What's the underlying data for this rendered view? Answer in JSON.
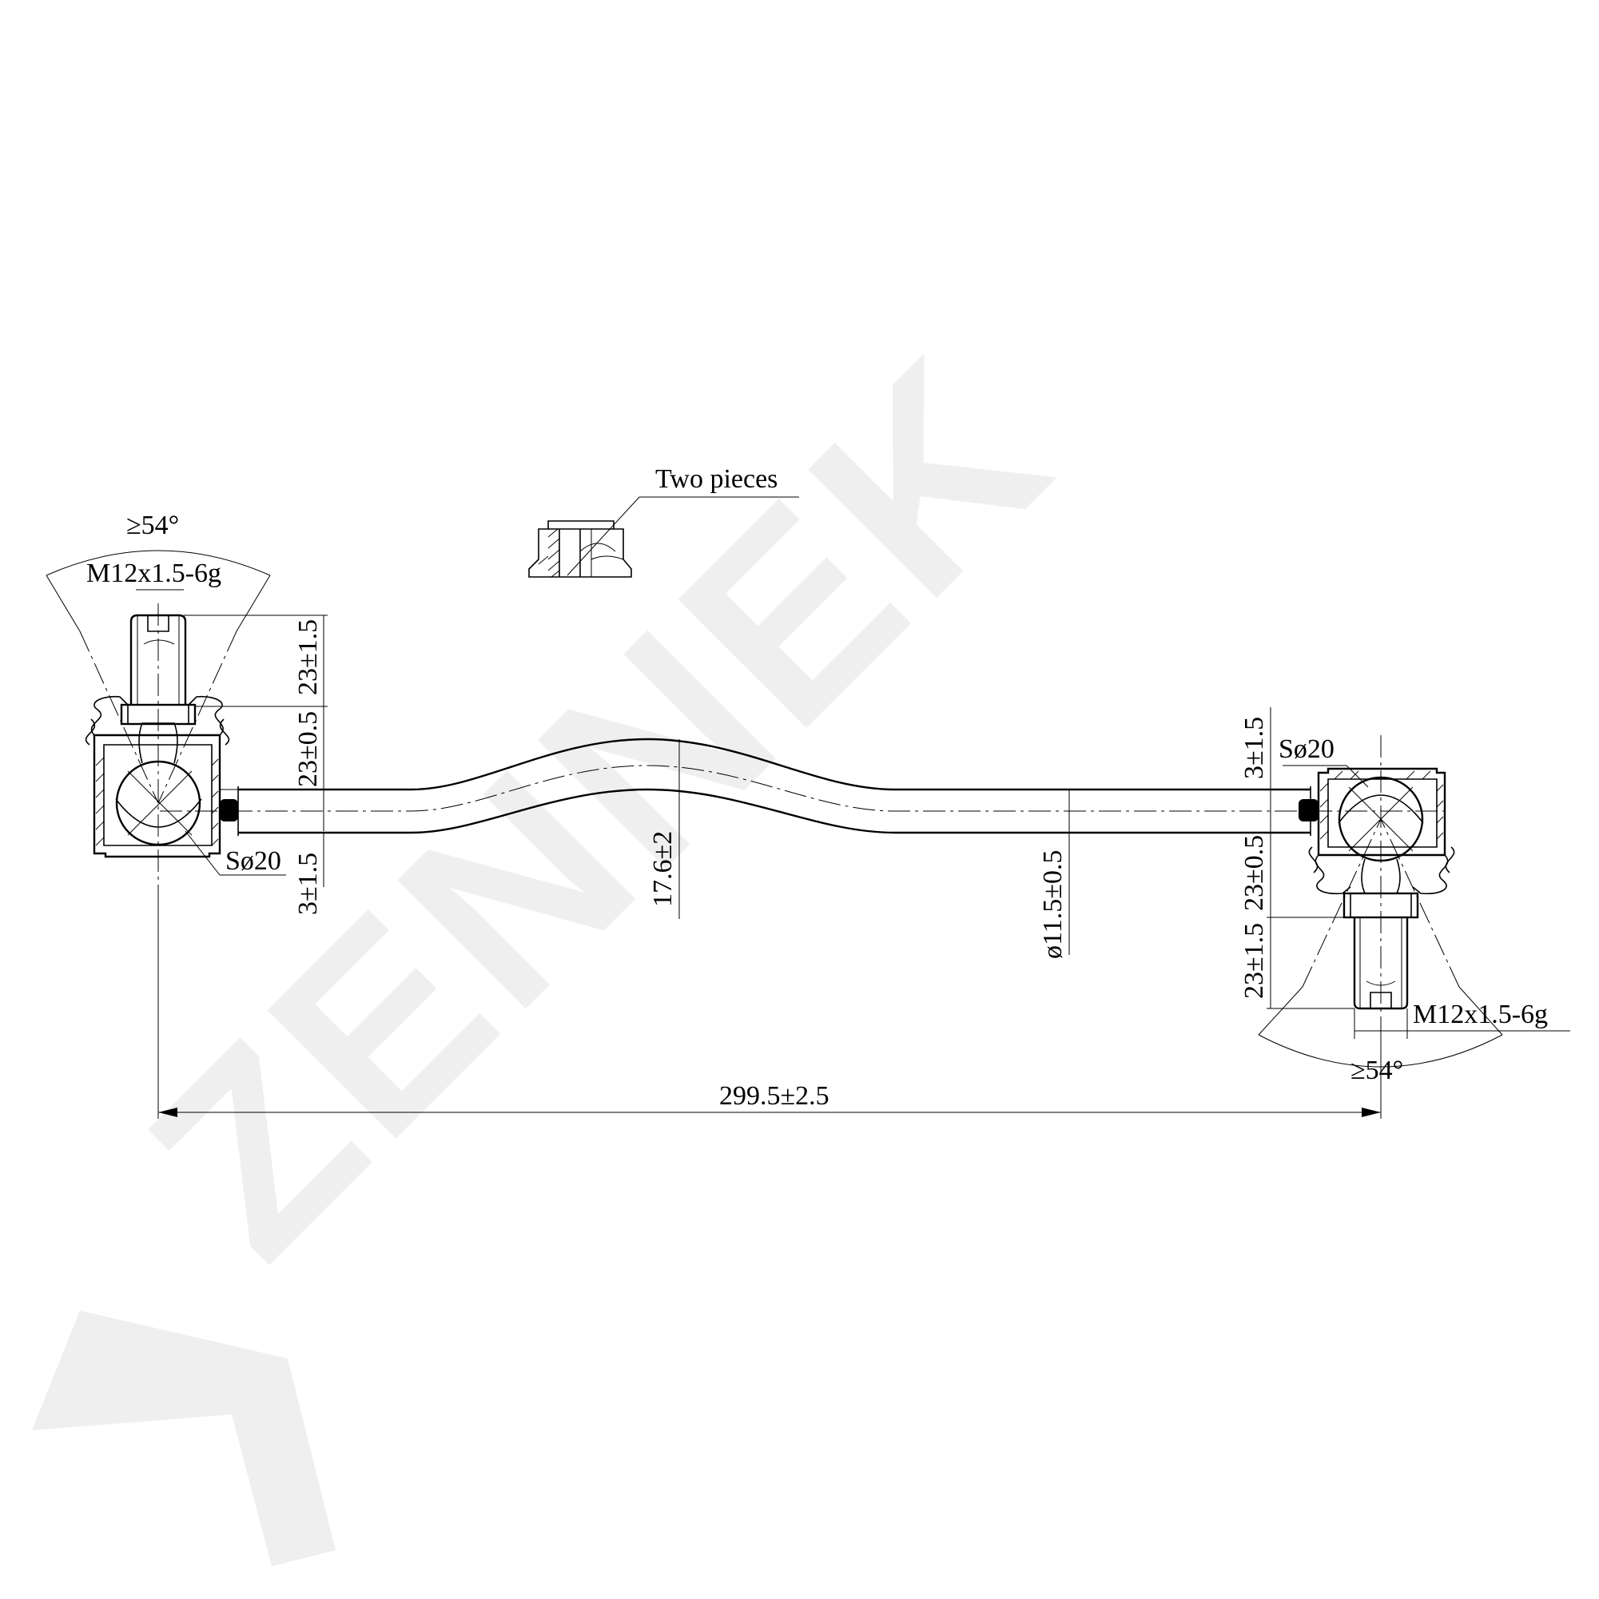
{
  "watermark": {
    "text": "ZENNEK",
    "color": "#efefef"
  },
  "note": {
    "text": "Two pieces"
  },
  "left_end": {
    "angle": "≥54°",
    "thread": "M12x1.5-6g",
    "stud_length": "23±1.5",
    "body_height": "23±0.5",
    "ball": "Sø20",
    "offset": "3±1.5"
  },
  "right_end": {
    "angle": "≥54°",
    "thread": "M12x1.5-6g",
    "stud_length": "23±1.5",
    "body_height": "23±0.5",
    "ball": "Sø20",
    "offset": "3±1.5"
  },
  "rod": {
    "bend_height": "17.6±2",
    "diameter": "ø11.5±0.5",
    "overall_length": "299.5±2.5"
  }
}
